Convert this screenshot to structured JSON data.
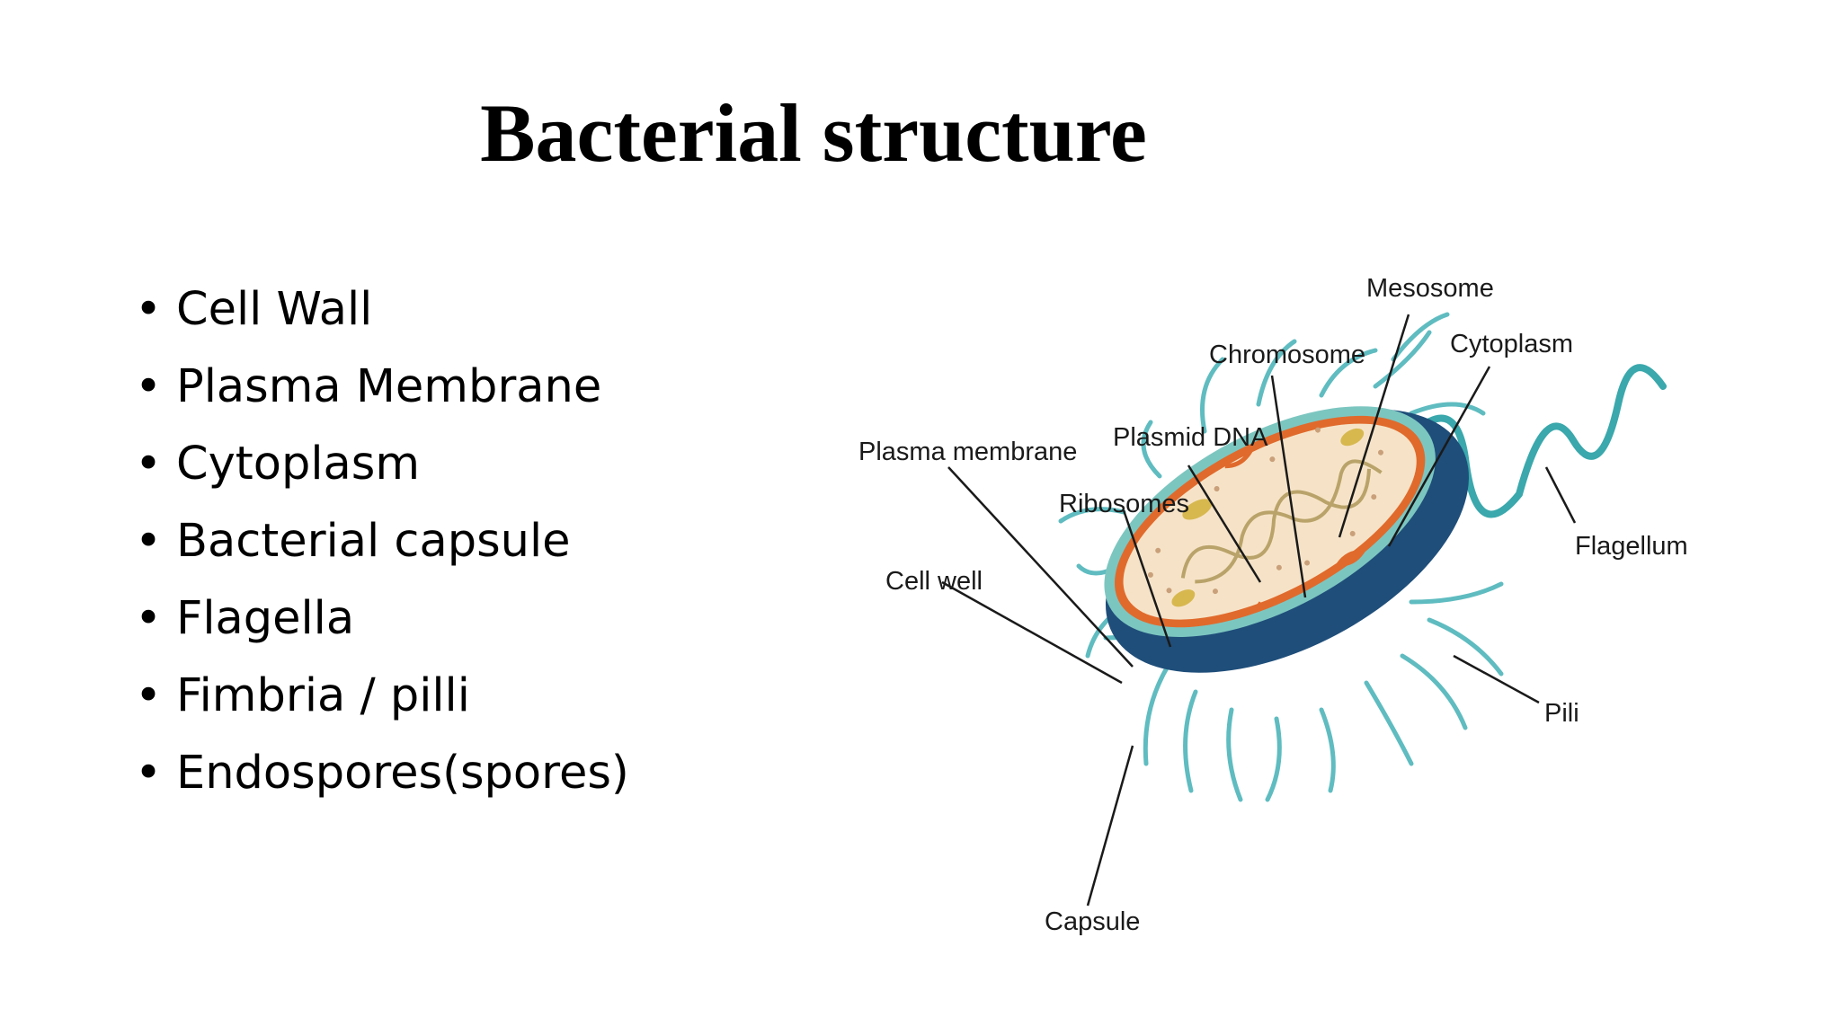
{
  "slide": {
    "title": "Bacterial structure",
    "bullets": [
      "Cell Wall",
      "Plasma Membrane",
      "Cytoplasm",
      "Bacterial capsule",
      "Flagella",
      "Fimbria / pilli",
      "Endospores(spores)"
    ]
  },
  "diagram": {
    "labels": {
      "mesosome": "Mesosome",
      "chromosome": "Chromosome",
      "cytoplasm": "Cytoplasm",
      "plasma_membrane": "Plasma membrane",
      "plasmid_dna": "Plasmid DNA",
      "ribosomes": "Ribosomes",
      "cell_well": "Cell well",
      "flagellum": "Flagellum",
      "pili": "Pili",
      "capsule": "Capsule"
    },
    "colors": {
      "capsule": "#1f4e7a",
      "cell_wall": "#7cc6c0",
      "membrane": "#e06a2c",
      "cytoplasm": "#f6e3c7",
      "pili": "#5fbcc0",
      "dna": "#b9a36a",
      "plasmid": "#d7b84f"
    }
  }
}
